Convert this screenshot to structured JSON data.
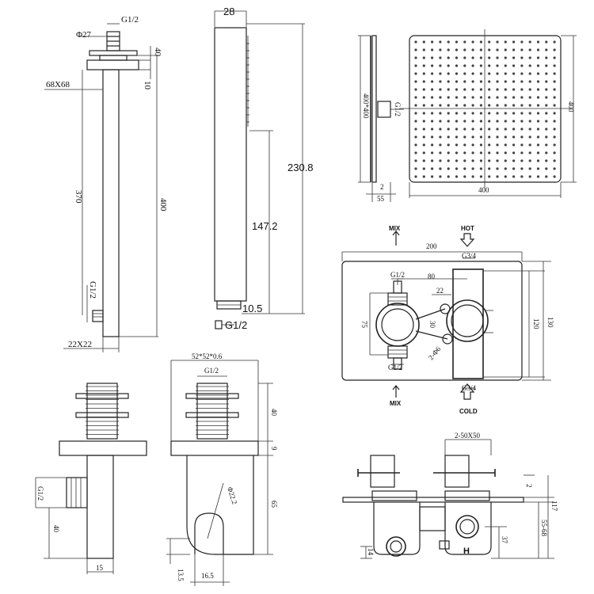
{
  "arm": {
    "inlet": "G1/2",
    "flange_dia": "Φ27",
    "h40": "40",
    "plate": "68X68",
    "h10": "10",
    "len370": "370",
    "len400": "400",
    "outlet": "G1/2",
    "tube": "22X22"
  },
  "handset": {
    "w28": "28",
    "h230": "230.8",
    "h147": "147.2",
    "h10": "10.5",
    "conn": "G1/2"
  },
  "head": {
    "side_size": "400*400",
    "inlet": "G1/2",
    "h2": "2",
    "off55": "55",
    "width": "400",
    "height": "400"
  },
  "valve": {
    "mix_top": "MIX",
    "hot": "HOT",
    "w200": "200",
    "g34_top": "G3/4",
    "g12_top": "G1/2",
    "d80": "80",
    "d22": "22",
    "d75": "75",
    "d30": "30",
    "rad": "2-Φ6",
    "g12_bot": "G1/2",
    "g34_bot": "G3/4",
    "h120": "120",
    "h130": "130",
    "mix_bot": "MIX",
    "cold": "COLD"
  },
  "elbow": {
    "g12": "G1/2",
    "h40": "40",
    "w15": "15"
  },
  "bracket": {
    "plate": "52*52*0.6",
    "g12": "G1/2",
    "h40": "40",
    "h9": "9",
    "dia": "Φ22.2",
    "h65": "65",
    "h13": "13.5",
    "w16": "16.5"
  },
  "body": {
    "size": "2-50X50",
    "h2": "2",
    "h117": "117",
    "range": "55-68",
    "h37": "37",
    "h14": "14",
    "mark": "H"
  }
}
